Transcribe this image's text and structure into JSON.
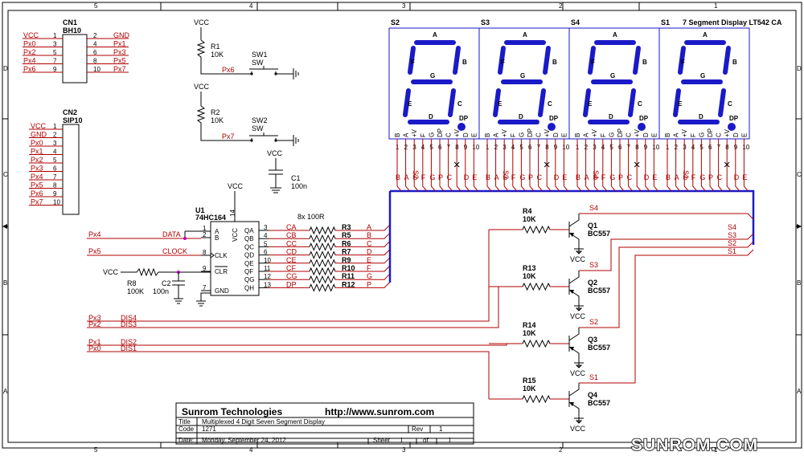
{
  "frame": {
    "columns": [
      "5",
      "4",
      "3",
      "2",
      "1"
    ],
    "rows": [
      "D",
      "C",
      "B",
      "A"
    ]
  },
  "cn1": {
    "ref": "CN1",
    "value": "BH10",
    "left_nets": [
      "VCC",
      "Px0",
      "Px2",
      "Px4",
      "Px6"
    ],
    "left_pins": [
      "1",
      "3",
      "5",
      "7",
      "9"
    ],
    "right_pins": [
      "2",
      "4",
      "6",
      "8",
      "10"
    ],
    "right_nets": [
      "GND",
      "Px1",
      "Px3",
      "Px5",
      "Px7"
    ]
  },
  "cn2": {
    "ref": "CN2",
    "value": "SIP10",
    "nets": [
      "VCC",
      "GND",
      "Px0",
      "Px1",
      "Px2",
      "Px3",
      "Px4",
      "Px5",
      "Px6",
      "Px7"
    ],
    "pins": [
      "1",
      "2",
      "3",
      "4",
      "5",
      "6",
      "7",
      "8",
      "9",
      "10"
    ]
  },
  "switches": [
    {
      "vcc": "VCC",
      "r_ref": "R1",
      "r_val": "10K",
      "sw_ref": "SW1",
      "sw_val": "SW",
      "net": "Px6"
    },
    {
      "vcc": "VCC",
      "r_ref": "R2",
      "r_val": "10K",
      "sw_ref": "SW2",
      "sw_val": "SW",
      "net": "Px7"
    }
  ],
  "c1": {
    "vcc": "VCC",
    "ref": "C1",
    "val": "100n"
  },
  "u1": {
    "ref": "U1",
    "part": "74HC164",
    "vcc": "VCC",
    "vcc_pin": "14",
    "left_pins": [
      {
        "num": "1",
        "name": "A"
      },
      {
        "num": "2",
        "name": "B"
      },
      {
        "num": "8",
        "name": "CLK"
      },
      {
        "num": "9",
        "name": "CLR"
      },
      {
        "num": "7",
        "name": "GND"
      }
    ],
    "vcc_name": "VCC",
    "right_pins": [
      {
        "num": "3",
        "name": "QA"
      },
      {
        "num": "4",
        "name": "QB"
      },
      {
        "num": "5",
        "name": "QC"
      },
      {
        "num": "6",
        "name": "QD"
      },
      {
        "num": "10",
        "name": "QE"
      },
      {
        "num": "11",
        "name": "QF"
      },
      {
        "num": "12",
        "name": "QG"
      },
      {
        "num": "13",
        "name": "QH"
      }
    ],
    "inputs": [
      {
        "port": "Px4",
        "net": "DATA"
      },
      {
        "port": "Px5",
        "net": "CLOCK"
      }
    ]
  },
  "r8": {
    "vcc": "VCC",
    "ref": "R8",
    "val": "100K"
  },
  "c2": {
    "ref": "C2",
    "val": "100n"
  },
  "resnet": {
    "title": "8x 100R",
    "rows": [
      {
        "net": "CA",
        "ref": "R3",
        "seg": "A"
      },
      {
        "net": "CB",
        "ref": "R5",
        "seg": "B"
      },
      {
        "net": "CC",
        "ref": "R6",
        "seg": "C"
      },
      {
        "net": "CD",
        "ref": "R7",
        "seg": "D"
      },
      {
        "net": "CE",
        "ref": "R9",
        "seg": "E"
      },
      {
        "net": "CF",
        "ref": "R10",
        "seg": "F"
      },
      {
        "net": "CG",
        "ref": "R11",
        "seg": "G"
      },
      {
        "net": "DP",
        "ref": "R12",
        "seg": "P"
      }
    ]
  },
  "displays": {
    "caption": "7 Segment Display LT542 CA",
    "refs": [
      "S2",
      "S3",
      "S4",
      "S1"
    ],
    "seg_names": [
      "A",
      "B",
      "C",
      "D",
      "E",
      "F",
      "G",
      "DP"
    ],
    "bottom_pins": [
      "B",
      "A",
      "+V",
      "F",
      "G",
      "DP",
      "C",
      "+V",
      "D",
      "E"
    ],
    "pin_nums": [
      "1",
      "2",
      "3",
      "4",
      "5",
      "6",
      "7",
      "8",
      "9",
      "10"
    ],
    "bus_labels": [
      "B",
      "A",
      "S",
      "F",
      "G",
      "P",
      "C",
      "",
      "D",
      "E"
    ],
    "select_labels": [
      "S2",
      "S3",
      "S4",
      "S1"
    ]
  },
  "drivers": [
    {
      "r_ref": "R4",
      "r_val": "10K",
      "q_ref": "Q1",
      "q_val": "BC557",
      "coll": "S4",
      "vcc": "VCC"
    },
    {
      "r_ref": "R13",
      "r_val": "10K",
      "q_ref": "Q2",
      "q_val": "BC557",
      "coll": "S3",
      "vcc": "VCC"
    },
    {
      "r_ref": "R14",
      "r_val": "10K",
      "q_ref": "Q3",
      "q_val": "BC557",
      "coll": "S2",
      "vcc": "VCC"
    },
    {
      "r_ref": "R15",
      "r_val": "10K",
      "q_ref": "Q4",
      "q_val": "BC557",
      "coll": "S1",
      "vcc": "VCC"
    }
  ],
  "bus_right": [
    "S4",
    "S3",
    "S2",
    "S1"
  ],
  "dis": [
    {
      "port": "Px3",
      "net": "DIS4"
    },
    {
      "port": "Px2",
      "net": "DIS3"
    },
    {
      "port": "Px1",
      "net": "DIS2"
    },
    {
      "port": "Px0",
      "net": "DIS1"
    }
  ],
  "title_block": {
    "company": "Sunrom Technologies",
    "url": "http://www.sunrom.com",
    "title_label": "Title",
    "title": "Multiplexed 4 Digit Seven Segment Display",
    "code_label": "Code",
    "code": "1271",
    "rev_label": "Rev",
    "rev": "1",
    "date_label": "Date:",
    "date": "Monday, September 24, 2012",
    "sheet_label": "Sheet",
    "sheet": "1",
    "of_label": "of",
    "of": "1"
  },
  "watermark": "SUNROM.COM"
}
